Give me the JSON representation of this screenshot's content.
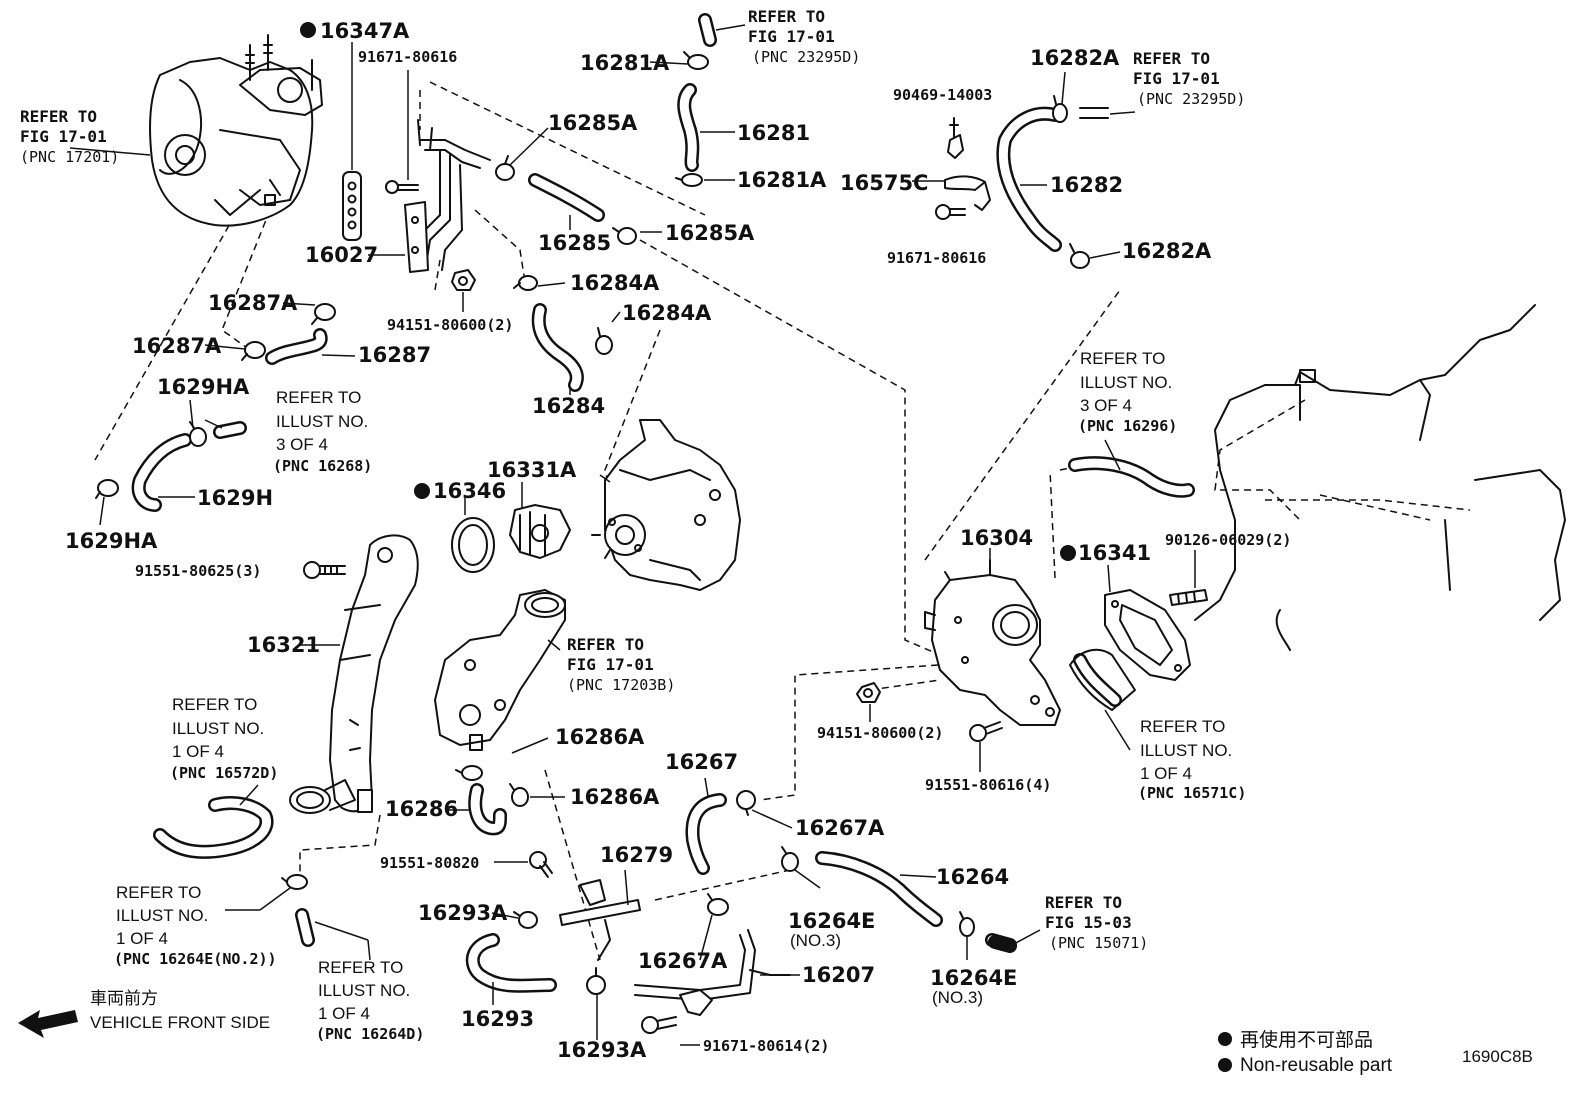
{
  "parts": {
    "p16347A": "16347A",
    "p91671_80616_top": "91671-80616",
    "p16281A_top": "16281A",
    "p16285A_top": "16285A",
    "p16281": "16281",
    "p16281A_mid": "16281A",
    "p16282A_top": "16282A",
    "p90469_14003": "90469-14003",
    "p16575C": "16575C",
    "p16282": "16282",
    "p91671_80616_right": "91671-80616",
    "p16282A_bot": "16282A",
    "p16285": "16285",
    "p16285A_bot": "16285A",
    "p16027": "16027",
    "p16284A_top": "16284A",
    "p16284A_mid": "16284A",
    "p94151_80600_2_top": "94151-80600(2)",
    "p16287A_top": "16287A",
    "p16287A_bot": "16287A",
    "p16287": "16287",
    "p16284": "16284",
    "p1629HA_top": "1629HA",
    "p1629H": "1629H",
    "p1629HA_bot": "1629HA",
    "p16346": "16346",
    "p16331A": "16331A",
    "p91551_80625_3": "91551-80625(3)",
    "p16304": "16304",
    "p16341": "16341",
    "p90126_06029_2": "90126-06029(2)",
    "p16321": "16321",
    "p16286A_top": "16286A",
    "p16286": "16286",
    "p16286A_bot": "16286A",
    "p16267": "16267",
    "p16267A_top": "16267A",
    "p94151_80600_2_bot": "94151-80600(2)",
    "p91551_80616_4": "91551-80616(4)",
    "p91551_80820": "91551-80820",
    "p16279": "16279",
    "p16264": "16264",
    "p16293A_top": "16293A",
    "p16264E_mid": "16264E",
    "p16264E_mid_no": "(NO.3)",
    "p16267A_bot": "16267A",
    "p16207": "16207",
    "p16264E_bot": "16264E",
    "p16264E_bot_no": "(NO.3)",
    "p16293": "16293",
    "p16293A_bot": "16293A",
    "p91671_80614_2": "91671-80614(2)"
  },
  "refs": {
    "fig1701_top": {
      "l1": "REFER TO",
      "l2": "FIG 17-01",
      "l3": "(PNC 23295D)"
    },
    "fig1701_right": {
      "l1": "REFER TO",
      "l2": "FIG 17-01",
      "l3": "(PNC 23295D)"
    },
    "fig1701_left": {
      "l1": "REFER TO",
      "l2": "FIG 17-01",
      "l3": "(PNC 17201)"
    },
    "fig1701_mid": {
      "l1": "REFER TO",
      "l2": "FIG 17-01",
      "l3": "(PNC 17203B)"
    },
    "fig1503": {
      "l1": "REFER TO",
      "l2": "FIG 15-03",
      "l3": "(PNC 15071)"
    },
    "ill_3of4_left": {
      "l1": "REFER TO",
      "l2": "ILLUST NO.",
      "l3": "3 OF 4",
      "l4": "(PNC 16268)"
    },
    "ill_3of4_right": {
      "l1": "REFER TO",
      "l2": "ILLUST NO.",
      "l3": "3 OF 4",
      "l4": "(PNC 16296)"
    },
    "ill_1of4_left": {
      "l1": "REFER TO",
      "l2": "ILLUST NO.",
      "l3": "1 OF 4",
      "l4": "(PNC 16572D)"
    },
    "ill_1of4_right": {
      "l1": "REFER TO",
      "l2": "ILLUST NO.",
      "l3": "1 OF 4",
      "l4": "(PNC 16571C)"
    },
    "ill_1of4_264E": {
      "l1": "REFER TO",
      "l2": "ILLUST NO.",
      "l3": "1 OF 4",
      "l4": "(PNC 16264E(NO.2))"
    },
    "ill_1of4_264D": {
      "l1": "REFER TO",
      "l2": "ILLUST NO.",
      "l3": "1 OF 4",
      "l4": "(PNC 16264D)"
    }
  },
  "front": {
    "jp": "車両前方",
    "en": "VEHICLE FRONT SIDE"
  },
  "legend": {
    "jp": "再使用不可部品",
    "en": "Non-reusable part"
  },
  "illust_code": "1690C8B"
}
